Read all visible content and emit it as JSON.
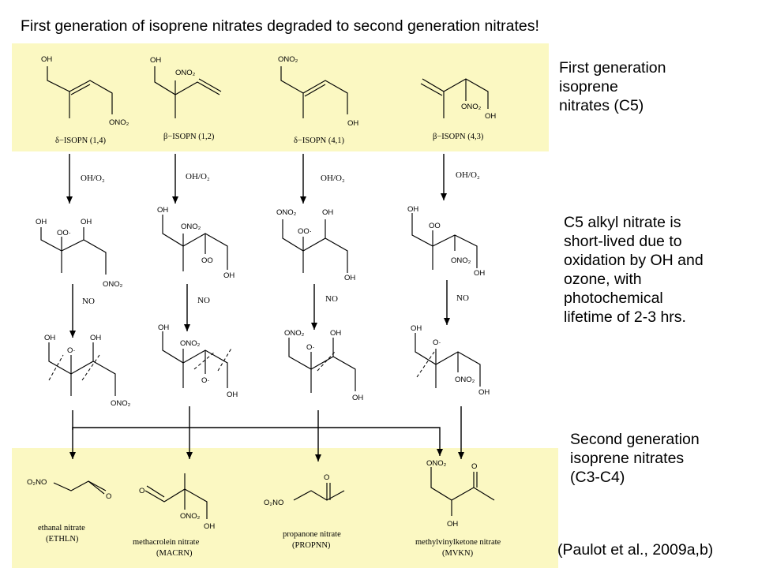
{
  "title": "First generation of isoprene nitrates degraded to second generation nitrates!",
  "annotations": {
    "first_gen": [
      "First generation",
      "isoprene",
      "nitrates (C5)"
    ],
    "c5_note": [
      "C5 alkyl nitrate is",
      "short-lived due to",
      "oxidation by OH and",
      "ozone, with",
      "photochemical",
      "lifetime of 2-3 hrs."
    ],
    "second_gen": [
      "Second generation",
      "isoprene nitrates",
      "(C3-C4)"
    ],
    "citation": "(Paulot et al., 2009a,b)"
  },
  "groups": {
    "oh": "OH",
    "ono2": "ONO₂",
    "o2no": "O₂NO",
    "o": "O",
    "oo": "OO·",
    "oo_plain": "OO",
    "orad": "O·"
  },
  "reagents": {
    "oh_o2": "OH/O₂",
    "no": "NO"
  },
  "first_gen_names": [
    "δ−ISOPN (1,4)",
    "β−ISOPN (1,2)",
    "δ−ISOPN (4,1)",
    "β−ISOPN (4,3)"
  ],
  "second_gen_names": [
    [
      "ethanal nitrate",
      "(ETHLN)"
    ],
    [
      "methacrolein nitrate",
      "(MACRN)"
    ],
    [
      "propanone nitrate",
      "(PROPNN)"
    ],
    [
      "methylvinylketone nitrate",
      "(MVKN)"
    ]
  ],
  "colors": {
    "band": "#fbf8c2",
    "ink": "#000000"
  }
}
